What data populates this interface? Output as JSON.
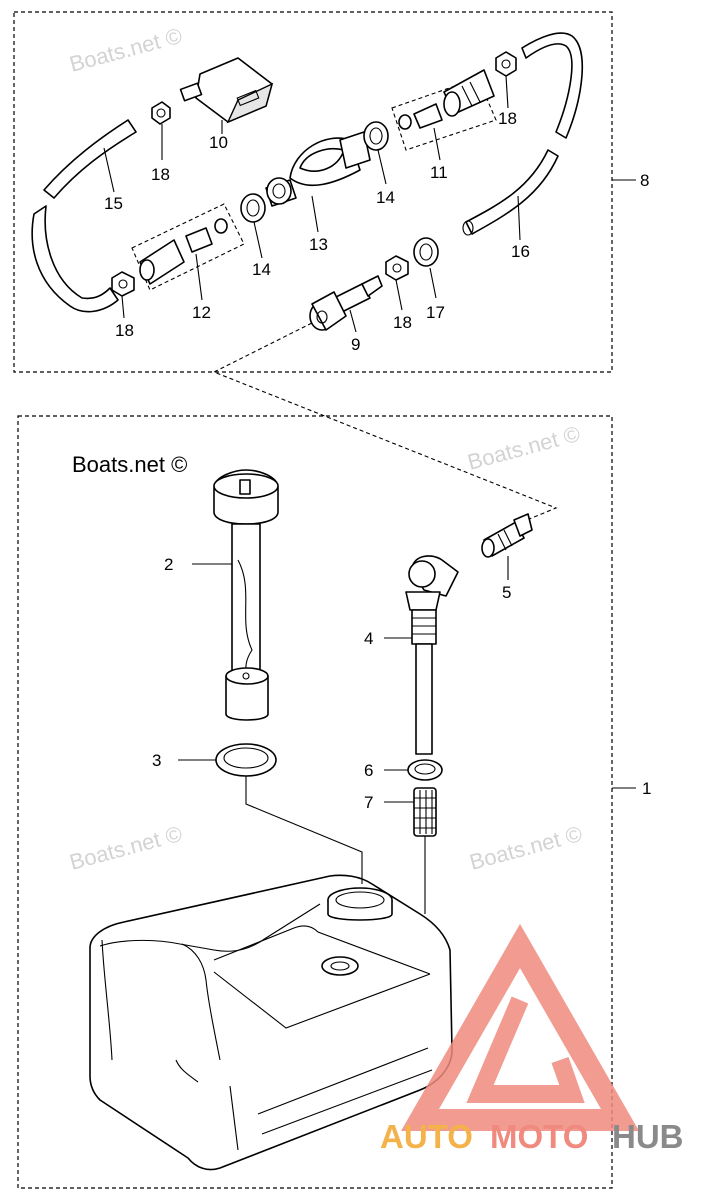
{
  "copyright": "Boats.net ©",
  "watermark": "Boats.net ©",
  "logo": {
    "auto": "AUTO",
    "moto": "MOTO",
    "hub": "HUB"
  },
  "colors": {
    "logo_red": "#f08a7e",
    "logo_orange": "#f4b24b",
    "logo_gray": "#8a8a8a"
  },
  "callouts": {
    "c1": "1",
    "c2": "2",
    "c3": "3",
    "c4": "4",
    "c5": "5",
    "c6": "6",
    "c7": "7",
    "c8": "8",
    "c9": "9",
    "c10": "10",
    "c11": "11",
    "c12": "12",
    "c13": "13",
    "c14a": "14",
    "c14b": "14",
    "c15": "15",
    "c16": "16",
    "c17": "17",
    "c18a": "18",
    "c18b": "18",
    "c18c": "18",
    "c18d": "18"
  }
}
